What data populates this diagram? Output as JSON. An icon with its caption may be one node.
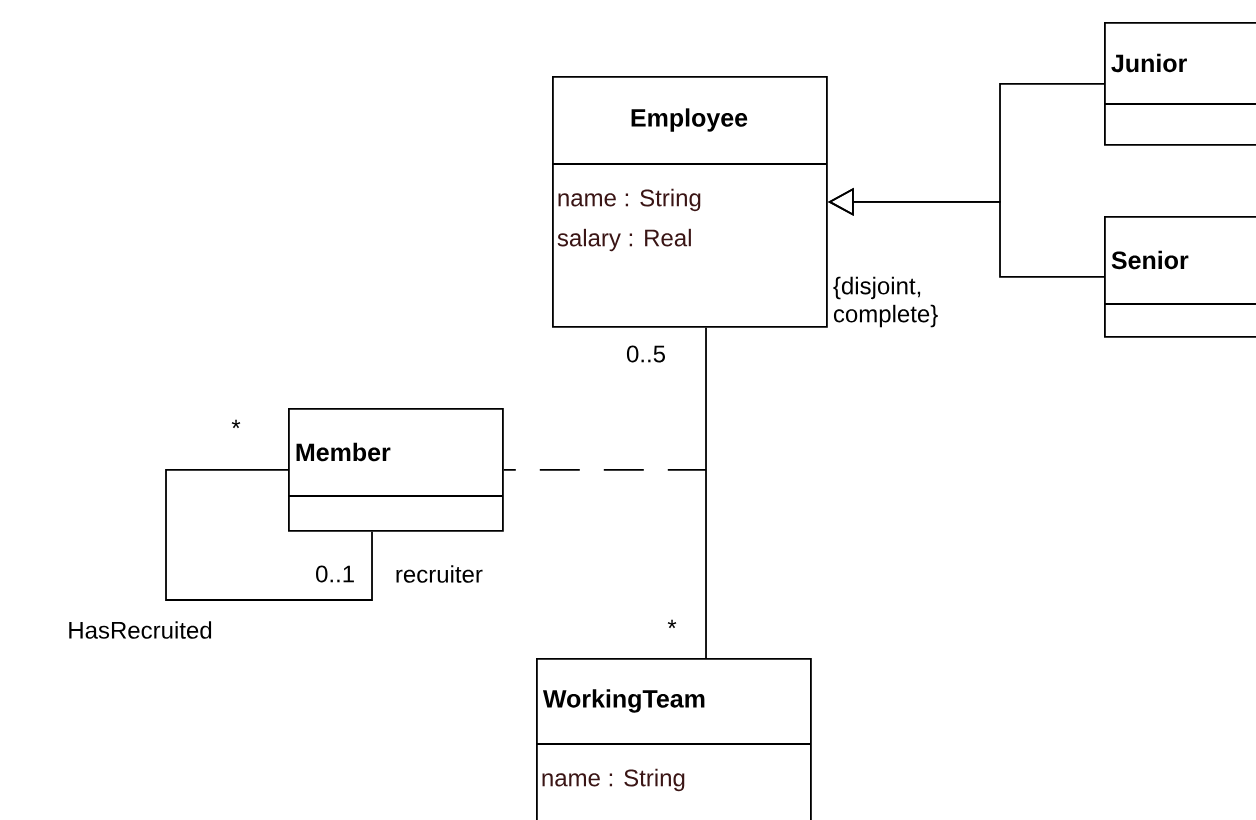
{
  "diagram": {
    "nodes": [
      {
        "text": [
          "Employee",
          "name : String",
          "salary : Real"
        ]
      },
      {
        "text": [
          "Junior"
        ]
      },
      {
        "text": [
          "Senior"
        ]
      },
      {
        "text": [
          "Member"
        ]
      },
      {
        "text": [
          "WorkingTeam",
          "name : String"
        ]
      }
    ],
    "edges": [
      {
        "from": 1,
        "to": 0,
        "arrow": "to"
      },
      {
        "from": 2,
        "to": 0,
        "arrow": "to"
      },
      {
        "from": 0,
        "to": 4,
        "arrow": "none"
      },
      {
        "from": 3,
        "to": 3,
        "arrow": "none",
        "label": "HasRecruited"
      },
      {
        "from": 3,
        "to": null,
        "arrow": "none",
        "style": "dashed"
      }
    ],
    "labels": [
      "0..5",
      "{disjoint, complete}",
      "*",
      "0..1",
      "recruiter",
      "*"
    ]
  }
}
